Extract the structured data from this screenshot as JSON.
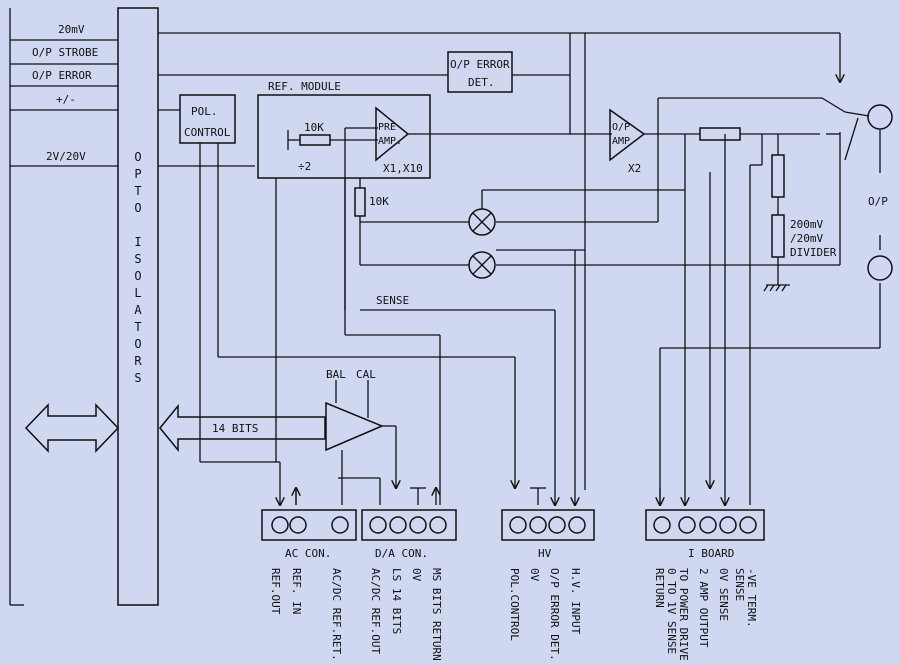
{
  "colors": {
    "background": "#cfd8f0",
    "ink": "#111111"
  },
  "left_bus": {
    "labels": [
      "20mV",
      "O/P STROBE",
      "O/P ERROR",
      "+/-",
      "2V/20V"
    ]
  },
  "opto": {
    "label": "OPTO ISOLATORS"
  },
  "blocks": {
    "ref_module": "REF. MODULE",
    "pol_control": [
      "POL.",
      "CONTROL"
    ],
    "op_error_det": [
      "O/P ERROR",
      "DET."
    ],
    "pre_amp": [
      "PRE",
      "AMP."
    ],
    "pre_amp_gain": "X1,X10",
    "op_amp": [
      "O/P",
      "AMP"
    ],
    "op_amp_gain": "X2",
    "divider": [
      "200mV",
      "/20mV",
      "DIVIDER"
    ]
  },
  "components": {
    "r_10k_ref": "10K",
    "div2": "÷2",
    "r_10k_fb": "10K"
  },
  "signals": {
    "sense": "SENSE",
    "fourteen_bits": "14 BITS",
    "bal": "BAL",
    "cal": "CAL",
    "output": "O/P"
  },
  "connectors": {
    "ac": {
      "title": "AC CON.",
      "pins": [
        "REF.OUT",
        "REF. IN",
        "AC/DC REF.RET."
      ]
    },
    "da": {
      "title": "D/A CON.",
      "pins": [
        "AC/DC REF.OUT",
        "LS 14 BITS",
        "0V",
        "MS BITS RETURN"
      ]
    },
    "hv": {
      "title": "HV",
      "pins": [
        "POL.CONTROL",
        "0V",
        "O/P ERROR DET.",
        "H.V. INPUT"
      ]
    },
    "iboard": {
      "title": "I BOARD",
      "pins": [
        "RETURN",
        "0 TO 1V SENSE",
        "TO POWER DRIVE",
        "2 AMP OUTPUT",
        "0V SENSE",
        "SENSE",
        "-VE TERM."
      ]
    }
  }
}
